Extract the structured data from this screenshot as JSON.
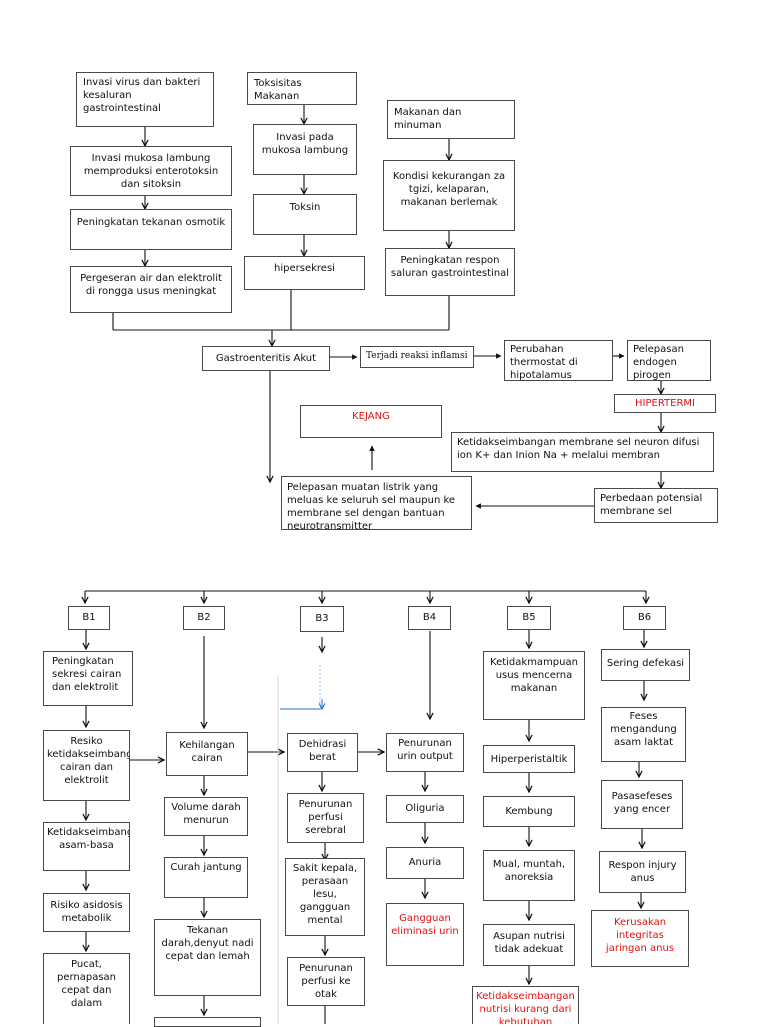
{
  "top": {
    "invasi_virus": "Invasi virus dan bakteri kesaluran gastrointestinal",
    "toksisitas": "Toksisitas Makanan",
    "makanan_minuman": "Makanan dan minuman",
    "invasi_mukosa_toksin": "Invasi mukosa lambung memproduksi enterotoksin dan sitoksin",
    "invasi_mukosa": "Invasi pada mukosa lambung",
    "kondisi_kurang_gizi": "Kondisi kekurangan za tgizi, kelaparan, makanan berlemak",
    "tekanan_osmotik": "Peningkatan tekanan osmotik",
    "toksin": "Toksin",
    "pergeseran_air": "Pergeseran air dan  elektrolit di rongga usus  meningkat",
    "hipersekresi": "hipersekresi",
    "respon_gi": "Peningkatan respon saluran gastrointestinal",
    "gastroenteritis": "Gastroenteritis Akut",
    "reaksi_inflamsi": "Terjadi reaksi inflamsi",
    "thermostat": "Perubahan thermostat di hipotalamus",
    "endogen": "Pelepasan endogen pirogen",
    "hipertermi": "HIPERTERMI",
    "kejang": "KEJANG",
    "ketidakseimbangan_membrane": "Ketidakseimbangan membrane sel neuron difusi ion K+ dan Inion Na + melalui membran",
    "pelepasan_muatan": "Pelepasan muatan listrik yang meluas ke seluruh sel maupun ke membrane sel dengan bantuan neurotransmitter",
    "perbedaan_potensial": "Perbedaan potensial membrane sel"
  },
  "b_headers": [
    "B1",
    "B2",
    "B3",
    "B4",
    "B5",
    "B6"
  ],
  "b1": {
    "sekresi": "Peningkatan sekresi cairan dan elektrolit",
    "resiko": "Resiko ketidakseimbangan cairan dan elektrolit",
    "asam_basa": "Ketidakseimbangan asam-basa",
    "asidosis": "Risiko asidosis metabolik",
    "pucat": "Pucat, pernapasan cepat dan dalam"
  },
  "b2": {
    "kehilangan": "Kehilangan cairan",
    "volume_darah": "Volume darah menurun",
    "curah": "Curah jantung",
    "tekanan": "Tekanan darah,denyut nadi cepat dan lemah"
  },
  "b3": {
    "dehidrasi": "Dehidrasi berat",
    "perfusi_serebral": "Penurunan perfusi serebral",
    "sakit_kepala": "Sakit kepala, perasaan lesu, gangguan mental",
    "perfusi_otak": "Penurunan perfusi ke otak"
  },
  "b4": {
    "urin_output": "Penurunan urin output",
    "oliguria": "Oliguria",
    "anuria": "Anuria",
    "gangguan": "Gangguan eliminasi urin"
  },
  "b5": {
    "ketidakmampuan": "Ketidakmampuan usus mencerna makanan",
    "hiperperistaltik": "Hiperperistaltik",
    "kembung": "Kembung",
    "mual": "Mual, muntah, anoreksia",
    "asupan": "Asupan nutrisi tidak adekuat",
    "nutrisi": "Ketidakseimbangan nutrisi kurang dari kebutuhan"
  },
  "b6": {
    "defekasi": "Sering defekasi",
    "feses": "Feses mengandung asam laktat",
    "pasase": "Pasasefeses yang encer",
    "respon_injury": "Respon injury anus",
    "kerusakan": "Kerusakan integritas jaringan anus"
  },
  "colors": {
    "line": "#111111",
    "box_border": "#4a4a4a",
    "red": "#e01010",
    "accent_blue": "#2f6fd0"
  }
}
